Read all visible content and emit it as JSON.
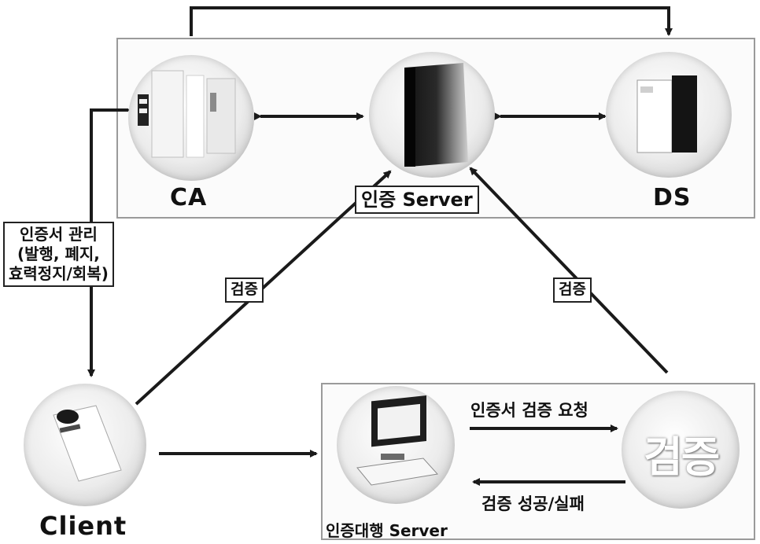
{
  "nodes": {
    "ca": {
      "label": "CA"
    },
    "auth_server": {
      "label": "인증 Server"
    },
    "ds": {
      "label": "DS"
    },
    "client": {
      "label": "Client"
    },
    "proxy_server": {
      "label": "인증대행 Server"
    },
    "verify": {
      "label": "검증"
    }
  },
  "edges": {
    "cert_management": [
      "인증서 관리",
      "(발행, 폐지,",
      "효력정지/회복)"
    ],
    "verify_left": "검증",
    "verify_right": "검증",
    "cert_verify_request": "인증서 검증 요청",
    "verify_result": "검증 성공/실패"
  },
  "colors": {
    "line": "#1a1a1a",
    "panel_border": "#9a9a9a",
    "node_fill": "#e8e8e8"
  }
}
